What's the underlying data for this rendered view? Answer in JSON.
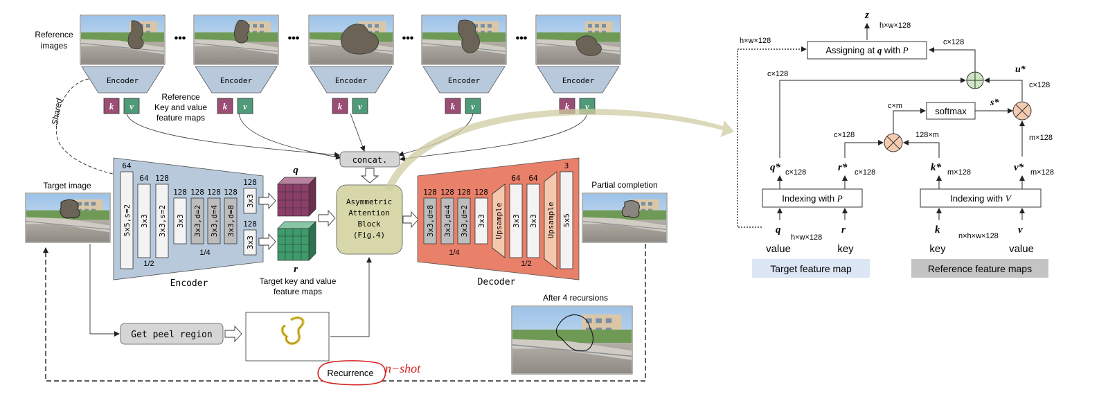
{
  "left": {
    "reference_label_1": "Reference",
    "reference_label_2": "images",
    "encoder_label": "Encoder",
    "key_letter": "k",
    "value_letter": "v",
    "ellipsis": "•••",
    "shared_label": "Shared",
    "ref_kv_1": "Reference",
    "ref_kv_2": "Key and value",
    "ref_kv_3": "feature maps",
    "concat_label": "concat.",
    "target_image_label": "Target image",
    "main_encoder": {
      "label": "Encoder",
      "layers": [
        {
          "top": "64",
          "text": "5x5,s=2"
        },
        {
          "top": "64",
          "text": "3x3"
        },
        {
          "top": "128",
          "text": "3x3,s=2"
        },
        {
          "top": "128",
          "text": "3x3"
        },
        {
          "top": "128",
          "text": "3x3,d=2"
        },
        {
          "top": "128",
          "text": "3x3,d=4"
        },
        {
          "top": "128",
          "text": "3x3,d=8"
        }
      ],
      "head_top": {
        "top": "128",
        "text": "3x3"
      },
      "head_bottom": {
        "top": "128",
        "text": "3x3"
      },
      "scale_half": "1/2",
      "scale_quarter": "1/4"
    },
    "q_letter": "q",
    "r_letter": "r",
    "target_kv_1": "Target  key and value",
    "target_kv_2": "feature maps",
    "aab": [
      "Asymmetric",
      "Attention",
      "Block",
      "(Fig.4)"
    ],
    "decoder": {
      "label": "Decoder",
      "layers": [
        {
          "top": "128",
          "text": "3x3,d=8"
        },
        {
          "top": "128",
          "text": "3x3,d=4"
        },
        {
          "top": "128",
          "text": "3x3,d=2"
        },
        {
          "top": "128",
          "text": "3x3"
        },
        {
          "top": "",
          "text": "Upsample"
        },
        {
          "top": "64",
          "text": "3x3"
        },
        {
          "top": "64",
          "text": "3x3"
        },
        {
          "top": "",
          "text": "Upsample"
        },
        {
          "top": "3",
          "text": "5x5"
        }
      ],
      "scale_quarter": "1/4",
      "scale_half": "1/2"
    },
    "partial_completion": "Partial completion",
    "after_recursions": "After 4 recursions",
    "get_peel_region": "Get peel region",
    "recurrence": "Recurrence",
    "n_shot": "n−shot",
    "colors": {
      "encoder_fill": "#b8c9dc",
      "key_fill": "#9b4d74",
      "value_fill": "#4f9a78",
      "concat_fill": "#d5d5d5",
      "aab_fill": "#d8d7a9",
      "decoder_fill": "#e8806a",
      "upsample_fill": "#f5c8ae",
      "q_cube": "#8b3f68",
      "r_cube": "#3f9a6c",
      "recurrence_ring": "#d42020"
    }
  },
  "right": {
    "z_label": "z",
    "z_dim": "h×w×128",
    "dotted_dim": "h×w×128",
    "assign_label_1": "Assigning at ",
    "assign_q": "q",
    "assign_label_2": " with ",
    "assign_p": "P",
    "dim_c128_top": "c×128",
    "dim_c128_left": "c×128",
    "u_label": "u*",
    "dim_c128_u": "c×128",
    "dim_cm": "c×m",
    "softmax": "softmax",
    "s_label": "s*",
    "dim_c128_r": "c×128",
    "dim_128m": "128×m",
    "dim_m128_v": "m×128",
    "q_star": "q*",
    "q_star_dim": "c×128",
    "r_star": "r*",
    "r_star_dim": "c×128",
    "k_star": "k*",
    "k_star_dim": "m×128",
    "v_star": "v*",
    "v_star_dim": "m×128",
    "indexing_p_1": "Indexing with ",
    "indexing_p_2": "P",
    "indexing_v_1": "Indexing with ",
    "indexing_v_2": "V",
    "q": "q",
    "q_dim": "h×w×128",
    "r": "r",
    "k": "k",
    "k_dim": "n×h×w×128",
    "v": "v",
    "value_1": "value",
    "key_1": "key",
    "key_2": "key",
    "value_2": "value",
    "target_feature_map": "Target feature map",
    "reference_feature_maps": "Reference feature maps",
    "colors": {
      "add_circle": "#cfe6c4",
      "mul_circle": "#f5cbb0",
      "target_band": "#dce6f4",
      "reference_band": "#c4c4c4"
    }
  }
}
